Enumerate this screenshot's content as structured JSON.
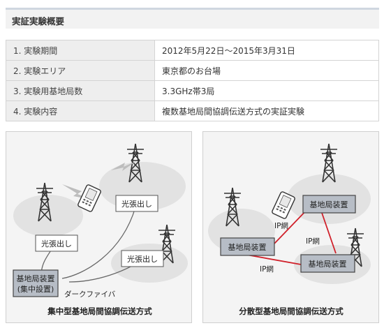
{
  "section": {
    "title": "実証実験概要"
  },
  "overview": {
    "rows": [
      {
        "label": "1. 実験期間",
        "value": "2012年5月22日〜2015年3月31日"
      },
      {
        "label": "2. 実験エリア",
        "value": "東京都のお台場"
      },
      {
        "label": "3. 実験用基地局数",
        "value": "3.3GHz帯3局"
      },
      {
        "label": "4. 実験内容",
        "value": "複数基地局間協調伝送方式の実証実験"
      }
    ]
  },
  "diagram_left": {
    "caption": "集中型基地局間協調伝送方式",
    "rru_label_1": "光張出し",
    "rru_label_2": "光張出し",
    "rru_label_3": "光張出し",
    "central_unit_line1": "基地局装置",
    "central_unit_line2": "(集中設置)",
    "fiber_label": "ダークファイバ"
  },
  "diagram_right": {
    "caption": "分散型基地局間協調伝送方式",
    "bs_label_1": "基地局装置",
    "bs_label_2": "基地局装置",
    "bs_label_3": "基地局装置",
    "ip_label_1": "IP網",
    "ip_label_2": "IP網",
    "ip_label_3": "IP網",
    "link_color": "#d0202a"
  }
}
